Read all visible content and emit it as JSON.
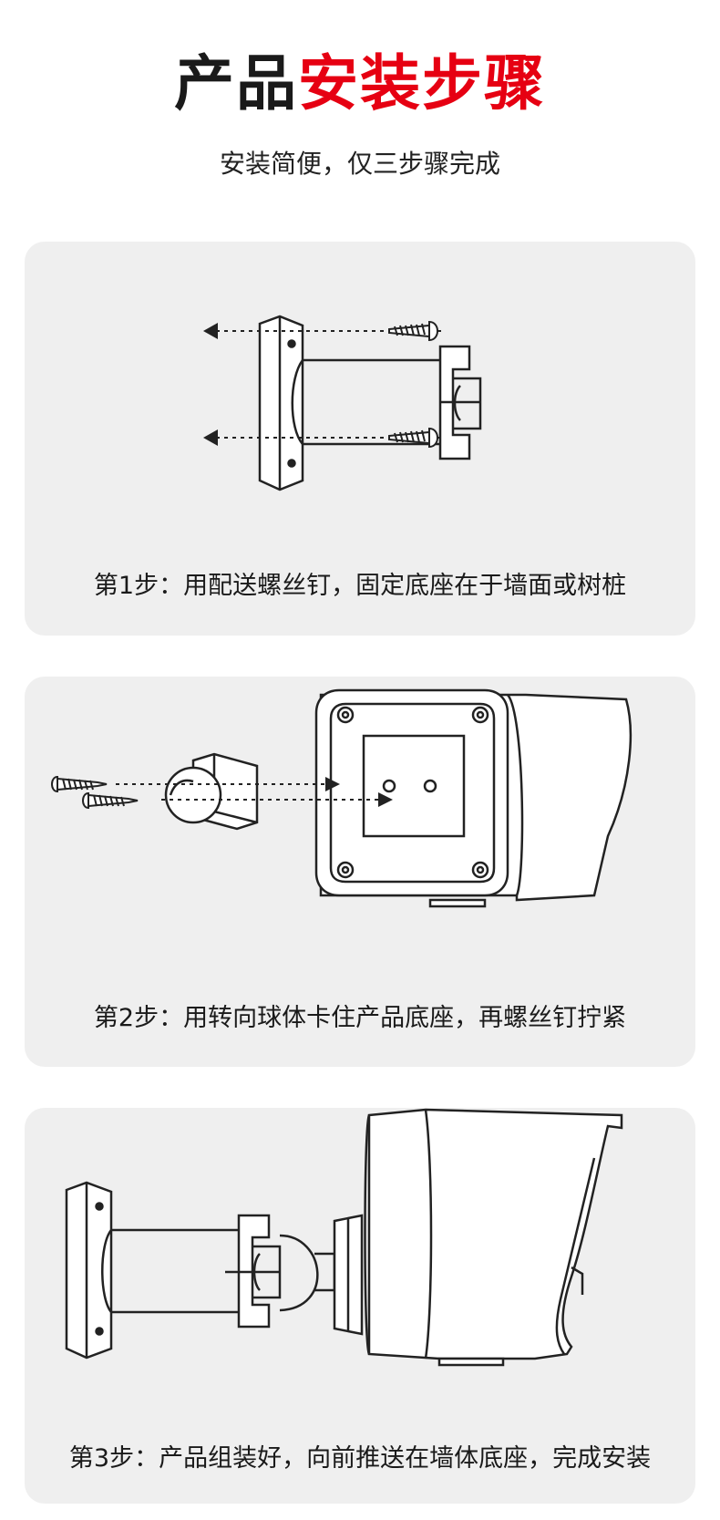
{
  "header": {
    "title_plain": "产品",
    "title_highlight": "安装步骤",
    "subtitle": "安装简便，仅三步骤完成",
    "highlight_color": "#e60012"
  },
  "steps": [
    {
      "caption": "第1步：用配送螺丝钉，固定底座在于墙面或树桩"
    },
    {
      "caption": "第2步：用转向球体卡住产品底座，再螺丝钉拧紧"
    },
    {
      "caption": "第3步：产品组装好，向前推送在墙体底座，完成安装"
    }
  ],
  "colors": {
    "card_bg": "#efefef",
    "line": "#222222"
  }
}
